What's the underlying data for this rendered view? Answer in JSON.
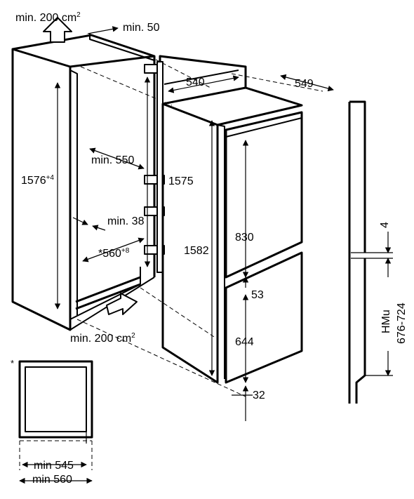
{
  "labels": {
    "vent_top": "min. 200 cm",
    "vent_top_sup": "2",
    "gap_top": "min. 50",
    "niche_height": "1576",
    "niche_height_sup": "+4",
    "min_depth": "min. 550",
    "hinge_height": "1575",
    "min_38": "min. 38",
    "niche_width": "*560",
    "niche_width_sup": "+8",
    "appliance_depth": "540",
    "appliance_width": "549",
    "appliance_height": "1582",
    "upper_door": "830",
    "door_gap": "53",
    "lower_door": "644",
    "bottom_gap": "32",
    "vent_bottom": "min. 200 cm",
    "vent_bottom_sup": "2",
    "side_gap": "4",
    "hmu": "HMu",
    "hmu_range": "676-724",
    "asterisk": "*",
    "min_545": "min 545",
    "min_560": "min 560"
  }
}
